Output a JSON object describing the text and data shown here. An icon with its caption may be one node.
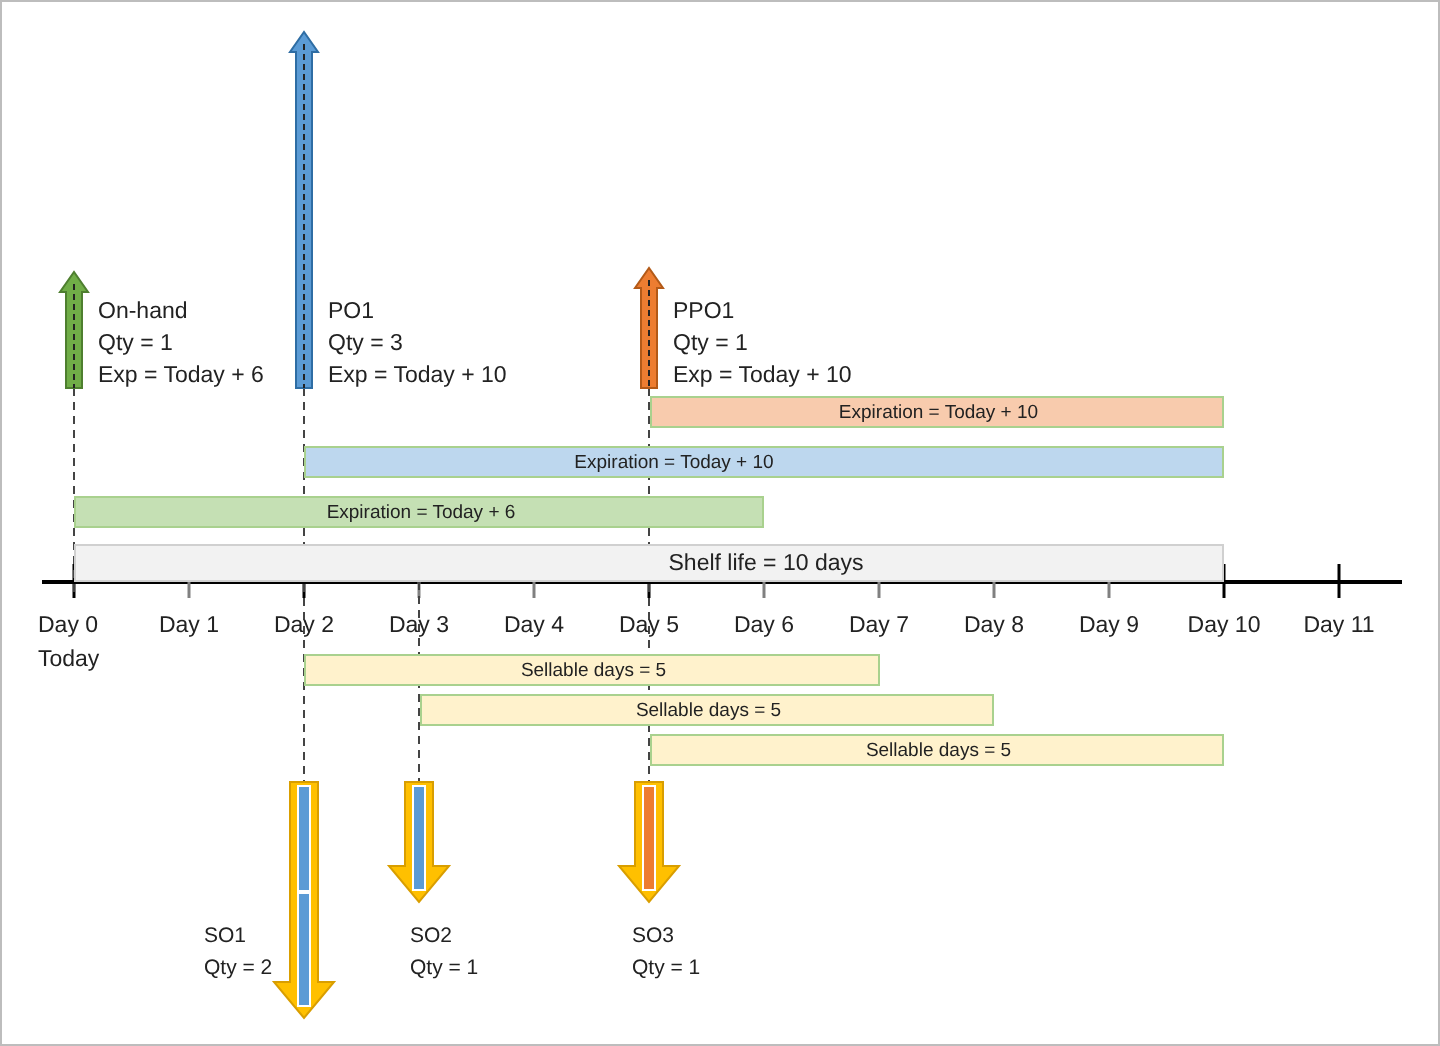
{
  "diagram": {
    "nodes": [
      {
        "text": [
          "Expiration = Today + 10"
        ]
      },
      {
        "text": [
          "Expiration = Today + 10"
        ]
      },
      {
        "text": [
          "Expiration = Today + 6"
        ]
      },
      {
        "text": [
          "Shelf life = 10 days"
        ]
      },
      {
        "text": [
          "Sellable days = 5"
        ]
      },
      {
        "text": [
          "Sellable days = 5"
        ]
      },
      {
        "text": [
          "Sellable days = 5"
        ]
      }
    ],
    "labels": [
      "On-hand",
      "Qty = 1",
      "Exp = Today + 6",
      "PO1",
      "Qty = 3",
      "Exp = Today + 10",
      "PPO1",
      "Qty = 1",
      "Exp = Today + 10",
      "Day 0",
      "Day 1",
      "Day 2",
      "Day 3",
      "Day 4",
      "Day 5",
      "Day 6",
      "Day 7",
      "Day 8",
      "Day 9",
      "Day 10",
      "Day 11",
      "Today",
      "SO1",
      "Qty = 2",
      "SO2",
      "Qty = 1",
      "SO3",
      "Qty = 1"
    ]
  }
}
